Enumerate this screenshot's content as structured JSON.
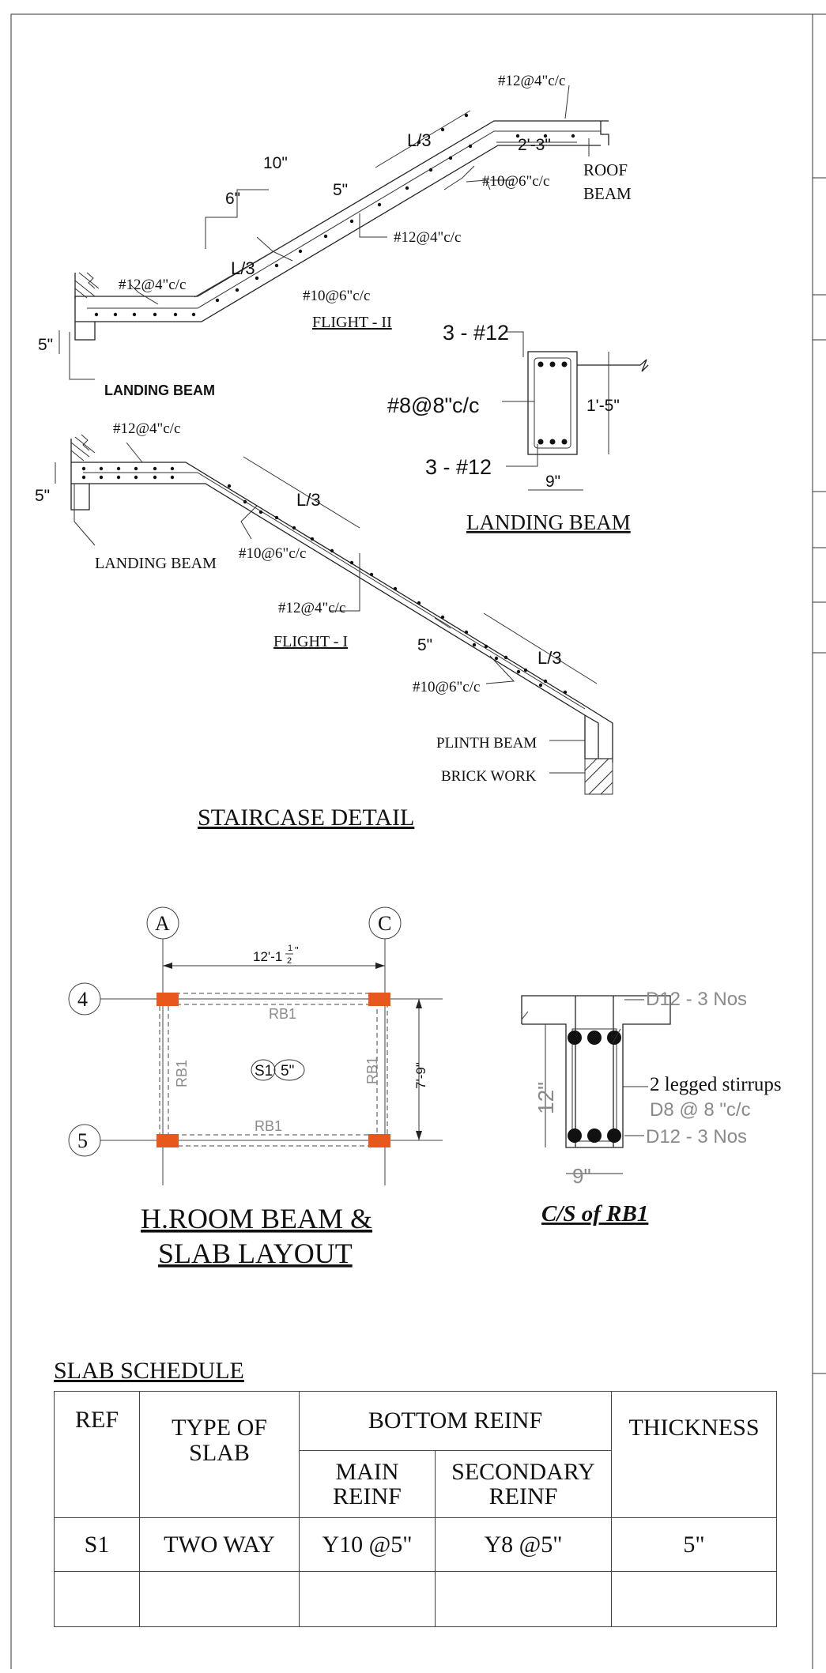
{
  "staircase": {
    "flight2": {
      "top_bar": "#12@4\"c/c",
      "dim_top": "2'-3\"",
      "roof_beam_1": "ROOF",
      "roof_beam_2": "BEAM",
      "l3_upper": "L/3",
      "thickness": "5\"",
      "dist_upper": "#10@6\"c/c",
      "main_bar": "#12@4\"c/c",
      "riser": "6\"",
      "tread": "10\"",
      "l3_lower": "L/3",
      "left_bar": "#12@4\"c/c",
      "dist_lower": "#10@6\"c/c",
      "label": "FLIGHT - II",
      "landing_thk": "5\"",
      "landing_beam": "LANDING BEAM"
    },
    "flight1": {
      "left_bar": "#12@4\"c/c",
      "landing_thk": "5\"",
      "l3_upper": "L/3",
      "dist_upper": "#10@6\"c/c",
      "landing_beam": "LANDING BEAM",
      "main_bar": "#12@4\"c/c",
      "label": "FLIGHT - I",
      "thickness": "5\"",
      "l3_lower": "L/3",
      "dist_lower": "#10@6\"c/c",
      "plinth_beam": "PLINTH BEAM",
      "brick_work": "BRICK WORK"
    },
    "landing_beam_section": {
      "top_bars": "3 - #12",
      "stirrups": "#8@8\"c/c",
      "depth": "1'-5\"",
      "bottom_bars": "3 - #12",
      "width": "9\"",
      "title": "LANDING BEAM"
    },
    "title": "STAIRCASE DETAIL"
  },
  "layout_plan": {
    "grid_a": "A",
    "grid_c": "C",
    "grid_4": "4",
    "grid_5": "5",
    "span_main": "12'-1",
    "span_frac_num": "1",
    "span_frac_den": "2",
    "span_inch": "\"",
    "span_side": "7'-9\"",
    "beam_top": "RB1",
    "beam_bottom": "RB1",
    "beam_left": "RB1",
    "beam_right": "RB1",
    "slab_ref": "S1",
    "slab_thk": "5\"",
    "title_1": "H.ROOM BEAM &",
    "title_2": "SLAB LAYOUT",
    "column_color": "#e8581c"
  },
  "rb1_section": {
    "top_bars": "D12 - 3 Nos",
    "stirrups_1": "2 legged stirrups",
    "stirrups_2": "D8 @ 8 \"c/c",
    "bottom_bars": "D12 - 3 Nos",
    "depth": "12\"",
    "width": "9\"",
    "title": "C/S of RB1"
  },
  "slab_schedule": {
    "title": "SLAB SCHEDULE",
    "headers": {
      "ref": "REF",
      "type": "TYPE OF SLAB",
      "bottom_reinf": "BOTTOM REINF",
      "main_reinf": "MAIN REINF",
      "secondary_reinf": "SECONDARY REINF",
      "thickness": "THICKNESS"
    },
    "rows": [
      {
        "ref": "S1",
        "type": "TWO WAY",
        "main": "Y10 @5\"",
        "secondary": "Y8 @5\"",
        "thickness": "5\""
      },
      {
        "ref": "",
        "type": "",
        "main": "",
        "secondary": "",
        "thickness": ""
      }
    ]
  }
}
